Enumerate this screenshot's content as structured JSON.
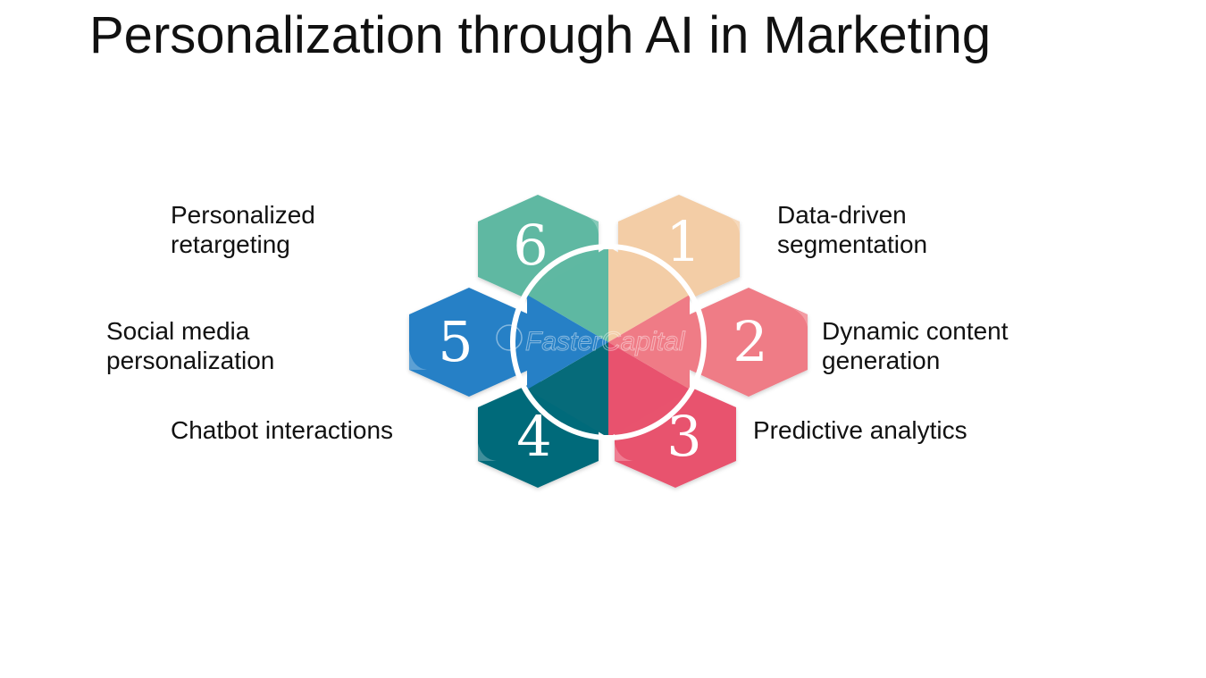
{
  "title": "Personalization through AI in Marketing",
  "watermark": "FasterCapital",
  "steps": [
    {
      "number": "1",
      "lines": [
        "Data-driven",
        "segmentation"
      ],
      "color": "#f3cda6"
    },
    {
      "number": "2",
      "lines": [
        "Dynamic content",
        "generation"
      ],
      "color": "#ef7b86"
    },
    {
      "number": "3",
      "lines": [
        "Predictive analytics"
      ],
      "color": "#e8526e"
    },
    {
      "number": "4",
      "lines": [
        "Chatbot interactions"
      ],
      "color": "#066b7a"
    },
    {
      "number": "5",
      "lines": [
        "Social media",
        "personalization"
      ],
      "color": "#2680c6"
    },
    {
      "number": "6",
      "lines": [
        "Personalized",
        "retargeting"
      ],
      "color": "#5eb8a2"
    }
  ]
}
